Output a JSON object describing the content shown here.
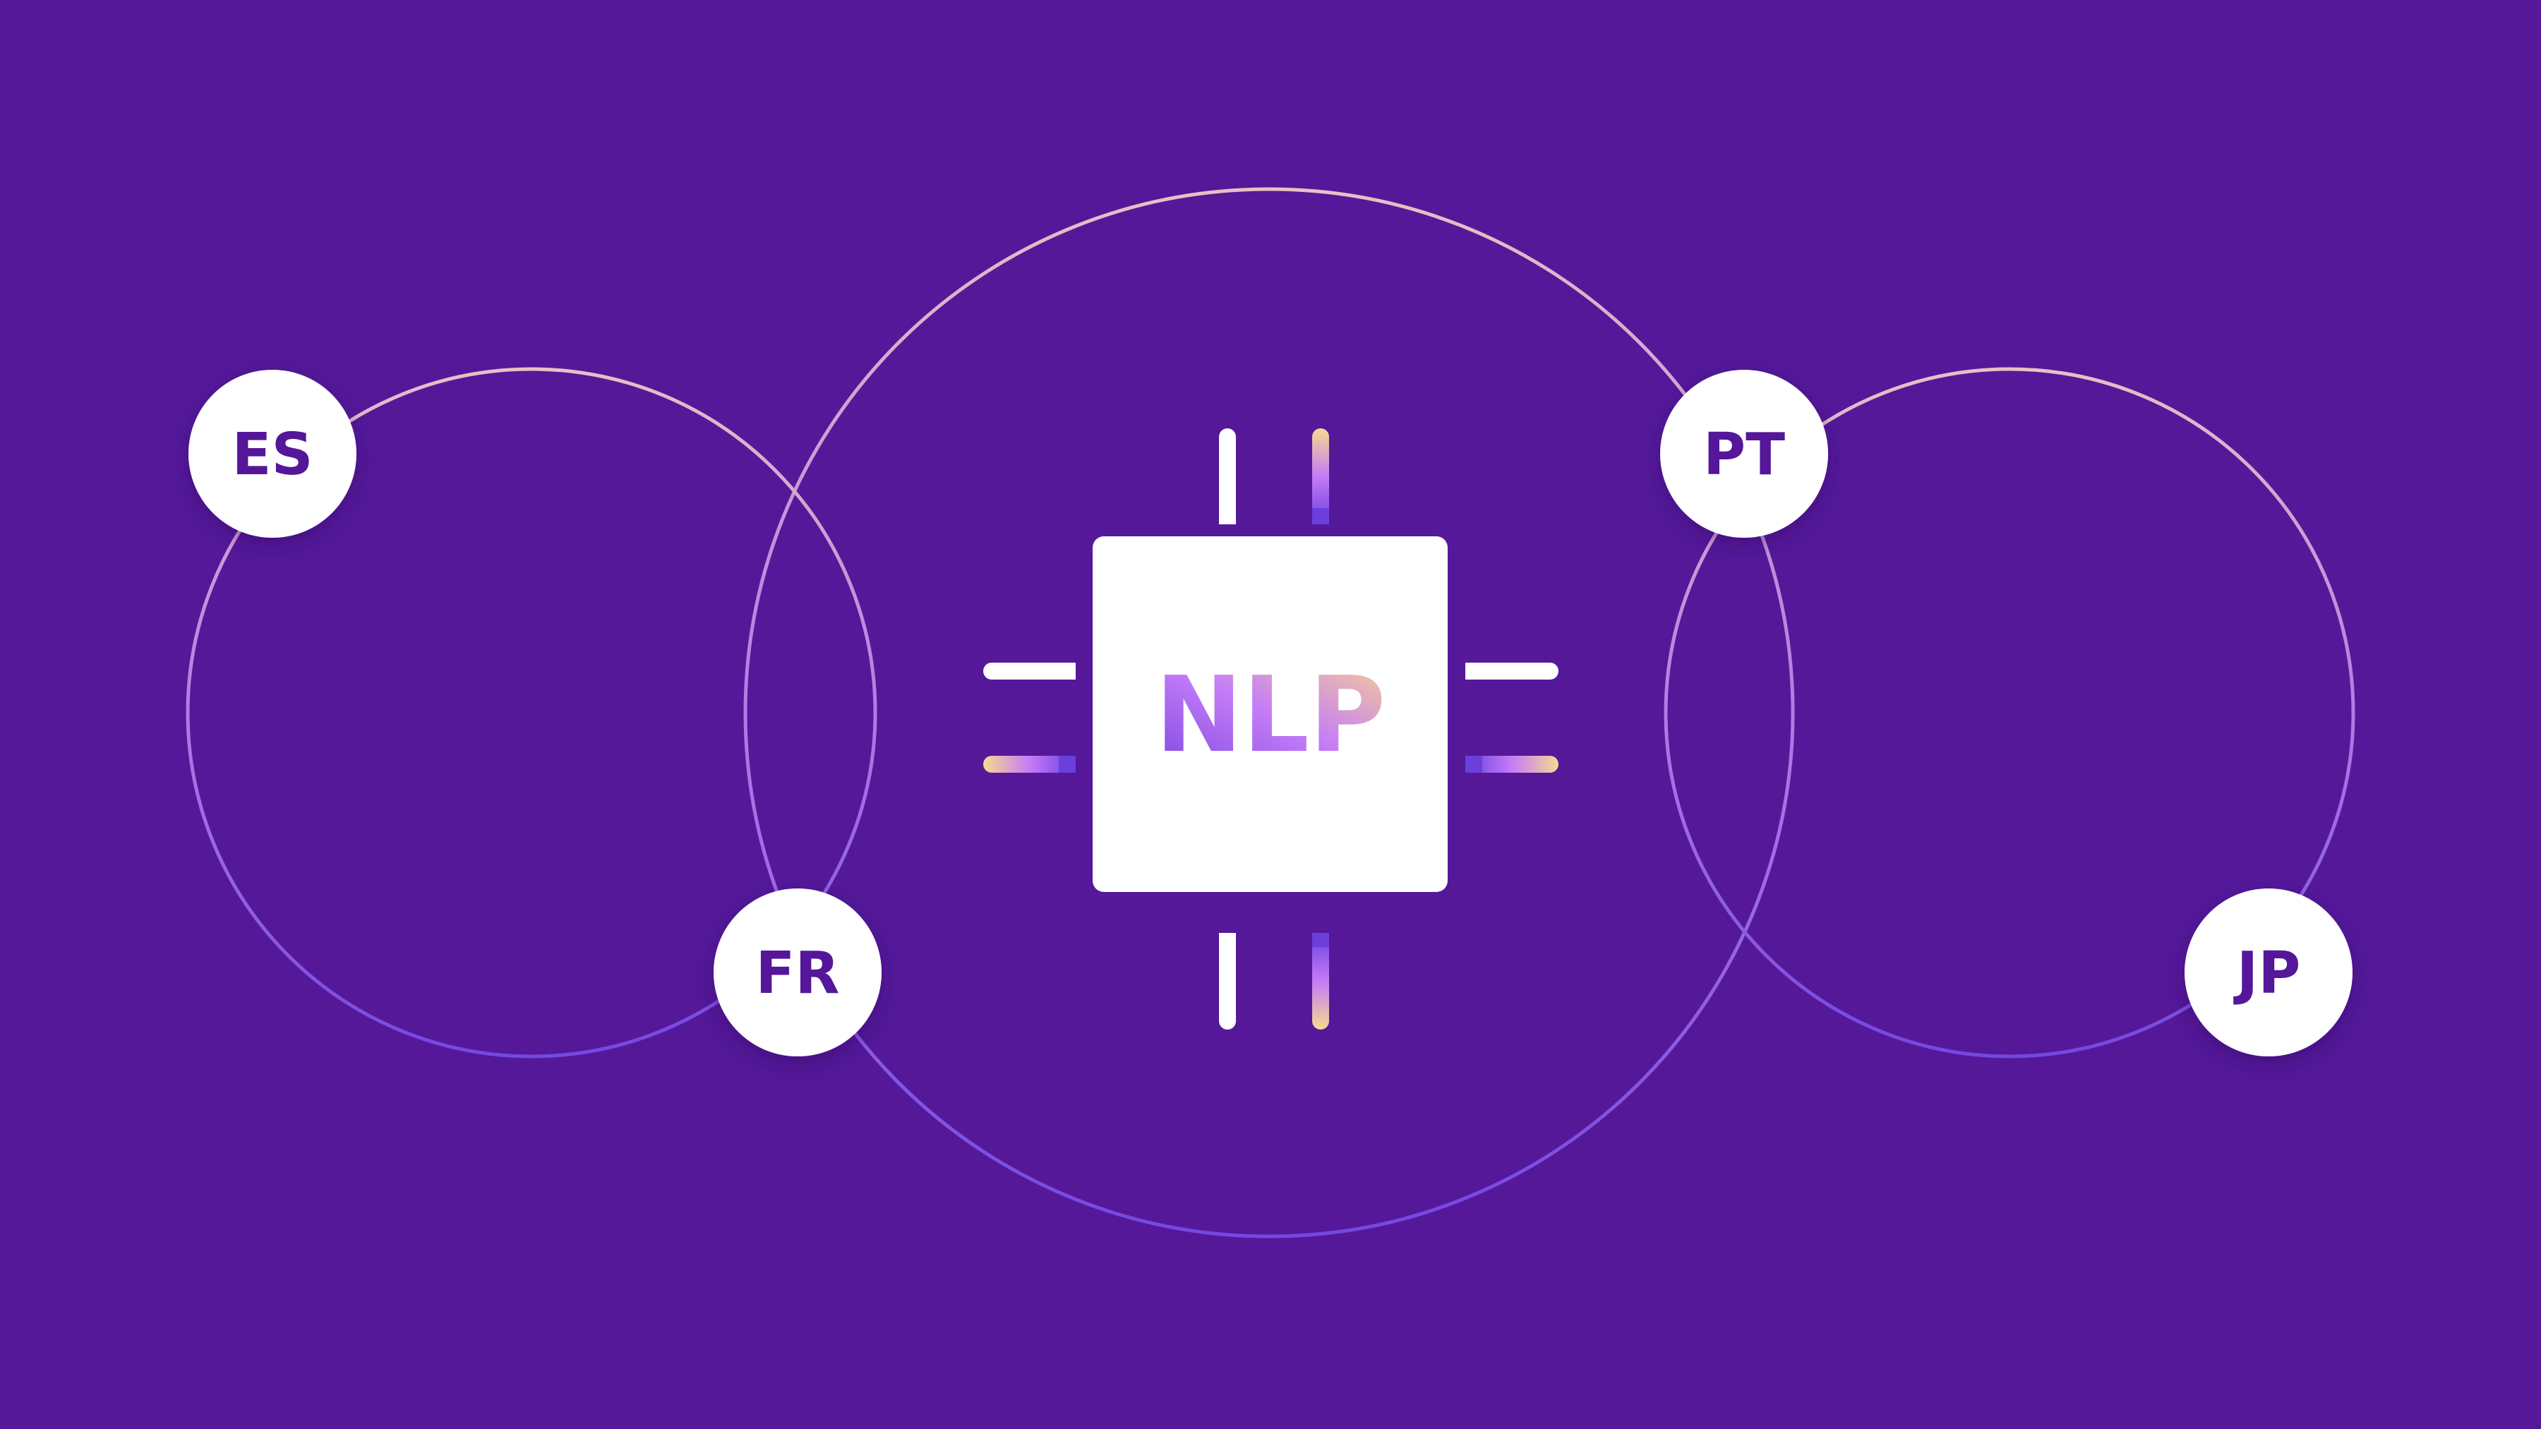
{
  "center": {
    "label": "NLP"
  },
  "languages": [
    {
      "code": "ES"
    },
    {
      "code": "FR"
    },
    {
      "code": "PT"
    },
    {
      "code": "JP"
    }
  ],
  "colors": {
    "background": "#541899",
    "node": "#ffffff",
    "text": "#541899",
    "gradient_light": "#f7d98f",
    "gradient_mid": "#c57cf8",
    "gradient_dark": "#6a3fdc",
    "ring_top": "#eac0c4",
    "ring_bottom": "#7448e0"
  }
}
